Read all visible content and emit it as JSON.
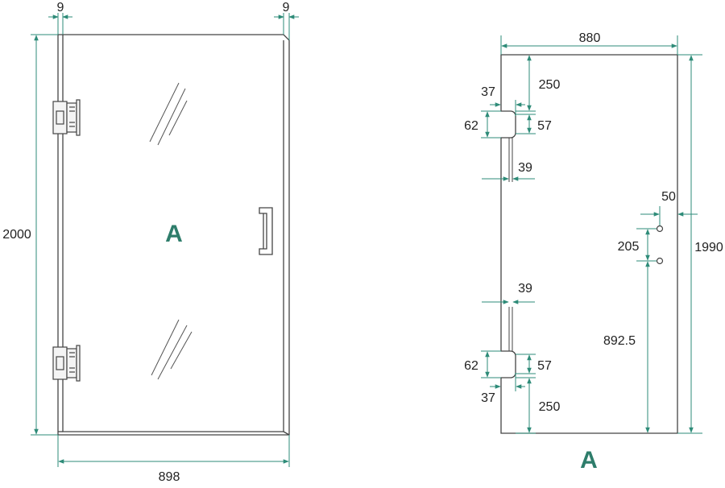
{
  "colors": {
    "dimension": "#2e8b78",
    "outline": "#444444",
    "label": "#2e7d6b"
  },
  "left_view": {
    "label": "A",
    "dims": {
      "left_gap": "9",
      "right_gap": "9",
      "height": "2000",
      "width": "898"
    }
  },
  "right_view": {
    "label": "A",
    "dims": {
      "width": "880",
      "height": "1990",
      "top_hinge_offset": "250",
      "top_hinge_depth": "37",
      "top_hinge_outer": "62",
      "top_hinge_inner": "57",
      "top_slot_width": "39",
      "handle_edge_offset": "50",
      "handle_spacing": "205",
      "handle_height": "892.5",
      "bottom_slot_width": "39",
      "bottom_hinge_outer": "62",
      "bottom_hinge_inner": "57",
      "bottom_hinge_depth": "37",
      "bottom_hinge_offset": "250"
    }
  }
}
